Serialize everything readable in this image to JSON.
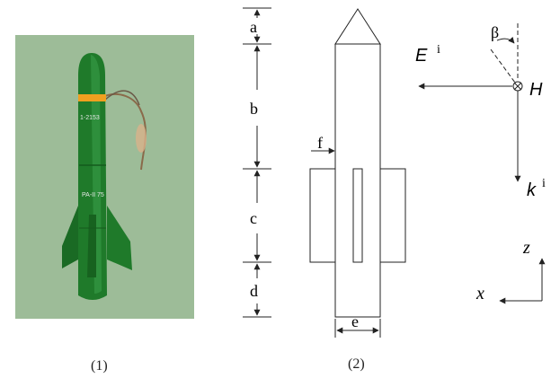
{
  "figure1": {
    "caption": "(1)",
    "photo_markings": [
      "1-2153",
      "PA-II 75"
    ]
  },
  "figure2": {
    "caption": "(2)",
    "dimension_labels": {
      "a": "a",
      "b": "b",
      "c": "c",
      "d": "d",
      "e": "e",
      "f": "f"
    }
  },
  "field_vectors": {
    "electric": "E",
    "electric_superscript": "i",
    "magnetic": "H",
    "wave": "k",
    "wave_superscript": "i",
    "angle": "β",
    "axis_x": "x",
    "axis_z": "z"
  },
  "colors": {
    "background_panel": "#9dbc98",
    "rocket_body": "#1f7a2a",
    "stripe": "#f0a020",
    "line": "#222222"
  }
}
